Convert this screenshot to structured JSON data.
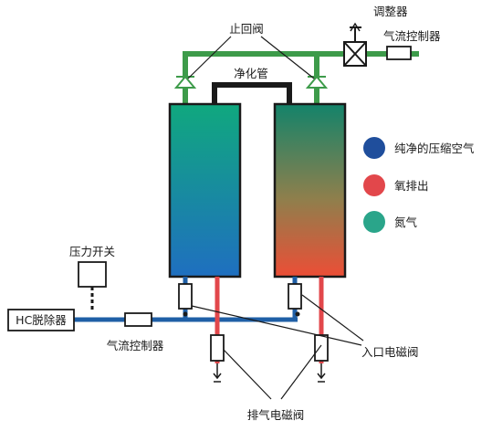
{
  "labels": {
    "check_valve": "止回阀",
    "regulator": "调整器",
    "flow_controller_top": "气流控制器",
    "purifier_tube": "净化管",
    "pressure_switch": "压力开关",
    "hc_remover": "HC脱除器",
    "flow_controller_bottom": "气流控制器",
    "inlet_solenoid": "入口电磁阀",
    "exhaust_solenoid": "排气电磁阀"
  },
  "legend": [
    {
      "label": "纯净的压缩空气",
      "color": "#1f4e9c"
    },
    {
      "label": "氧排出",
      "color": "#e2474b"
    },
    {
      "label": "氮气",
      "color": "#2aa58a"
    }
  ],
  "colors": {
    "green_line": "#3d9b4a",
    "blue_line": "#1f5fa6",
    "red_line": "#e2474b",
    "tube_dark": "#1a1a1a",
    "left_column_top": "#10a87e",
    "left_column_bottom": "#1f6fc0",
    "right_column_top": "#13836a",
    "right_column_mid": "#8f7f4c",
    "right_column_bottom": "#ec4e36"
  },
  "icons": {
    "check_valve": "check-valve-triangle",
    "regulator": "valve-cross-box",
    "exhaust_outlet": "down-arrow-vent"
  }
}
